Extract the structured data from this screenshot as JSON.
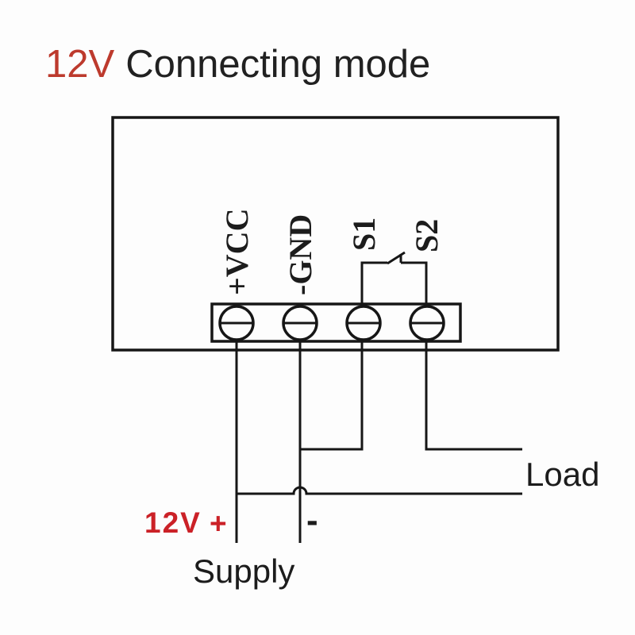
{
  "title": {
    "highlight": "12V",
    "rest": "Connecting mode"
  },
  "colors": {
    "title_accent_red": "#bd3a2d",
    "supply_red": "#cb2127",
    "ink": "#1c1c1c",
    "line": "#161616",
    "background": "#fdfdfd"
  },
  "device": {
    "kind": "thermostat-controller-outline",
    "terminals": [
      {
        "id": "vcc",
        "label": "+VCC"
      },
      {
        "id": "gnd",
        "label": "-GND"
      },
      {
        "id": "s1",
        "label": "S1"
      },
      {
        "id": "s2",
        "label": "S2"
      }
    ]
  },
  "annotations": {
    "load": "Load",
    "supply_voltage": "12V",
    "supply_plus": "+",
    "supply_minus": "-",
    "supply": "Supply"
  }
}
